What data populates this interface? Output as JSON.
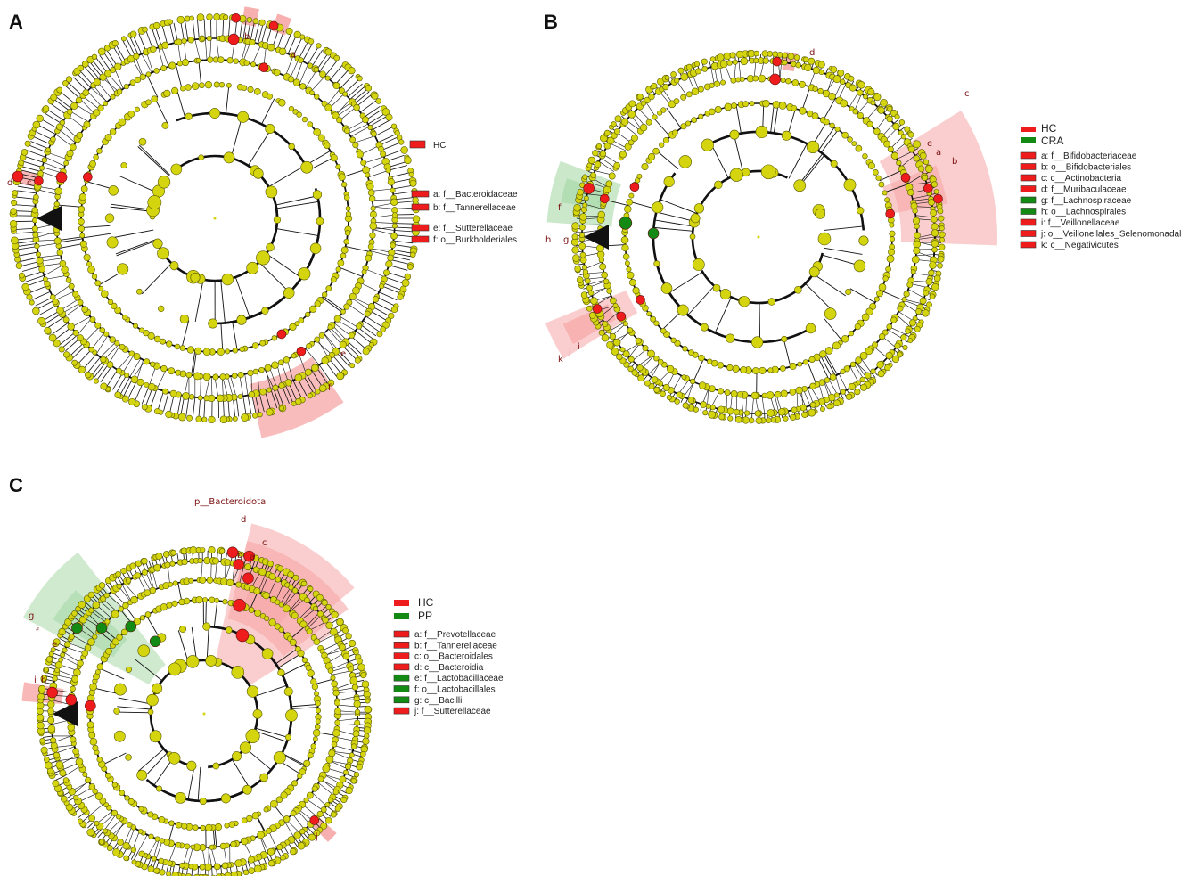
{
  "colors": {
    "hc": "#ee1c1c",
    "group2": "#138a13",
    "node": "#d4d40f",
    "node_stroke": "#5a5a00",
    "branch": "#111111",
    "hc_shade": "#f6a6a6",
    "group2_shade": "#a8d8a8",
    "label": "#7a1010"
  },
  "panels": [
    {
      "letter": "A",
      "groups": [
        {
          "name": "HC",
          "color": "hc"
        }
      ],
      "legend": [
        {
          "text": "a: f__Bacteroidaceae",
          "color": "hc"
        },
        {
          "text": "b: f__Tannerellaceae",
          "color": "hc"
        },
        {
          "text": "e: f__Sutterellaceae",
          "color": "hc"
        },
        {
          "text": "f: o__Burkholderiales",
          "color": "hc"
        }
      ],
      "clades": [
        {
          "label": "a",
          "color": "hc"
        },
        {
          "label": "b",
          "color": "hc"
        },
        {
          "label": "c",
          "color": "hc"
        },
        {
          "label": "d",
          "color": "hc"
        },
        {
          "label": "e",
          "color": "hc"
        },
        {
          "label": "f",
          "color": "hc"
        }
      ]
    },
    {
      "letter": "B",
      "groups": [
        {
          "name": "HC",
          "color": "hc"
        },
        {
          "name": "CRA",
          "color": "group2"
        }
      ],
      "legend": [
        {
          "text": "a: f__Bifidobacteriaceae",
          "color": "hc"
        },
        {
          "text": "b: o__Bifidobacteriales",
          "color": "hc"
        },
        {
          "text": "c: c__Actinobacteria",
          "color": "hc"
        },
        {
          "text": "d: f__Muribaculaceae",
          "color": "hc"
        },
        {
          "text": "g: f__Lachnospiraceae",
          "color": "group2"
        },
        {
          "text": "h: o__Lachnospirales",
          "color": "group2"
        },
        {
          "text": "i: f__Veillonellaceae",
          "color": "hc"
        },
        {
          "text": "j: o__Veillonellales_Selenomonadales",
          "color": "hc"
        },
        {
          "text": "k: c__Negativicutes",
          "color": "hc"
        }
      ],
      "clades": [
        {
          "label": "a",
          "color": "hc"
        },
        {
          "label": "b",
          "color": "hc"
        },
        {
          "label": "c",
          "color": "hc"
        },
        {
          "label": "d",
          "color": "hc"
        },
        {
          "label": "e",
          "color": "hc"
        },
        {
          "label": "f",
          "color": "hc"
        },
        {
          "label": "g",
          "color": "group2"
        },
        {
          "label": "h",
          "color": "group2"
        },
        {
          "label": "i",
          "color": "hc"
        },
        {
          "label": "j",
          "color": "hc"
        },
        {
          "label": "k",
          "color": "hc"
        }
      ]
    },
    {
      "letter": "C",
      "groups": [
        {
          "name": "HC",
          "color": "hc"
        },
        {
          "name": "PP",
          "color": "group2"
        }
      ],
      "legend": [
        {
          "text": "a: f__Prevotellaceae",
          "color": "hc"
        },
        {
          "text": "b: f__Tannerellaceae",
          "color": "hc"
        },
        {
          "text": "c: o__Bacteroidales",
          "color": "hc"
        },
        {
          "text": "d: c__Bacteroidia",
          "color": "hc"
        },
        {
          "text": "e: f__Lactobacillaceae",
          "color": "group2"
        },
        {
          "text": "f: o__Lactobacillales",
          "color": "group2"
        },
        {
          "text": "g: c__Bacilli",
          "color": "group2"
        },
        {
          "text": "j: f__Sutterellaceae",
          "color": "hc"
        }
      ],
      "clades": [
        {
          "label": "p__Bacteroidota",
          "color": "hc"
        },
        {
          "label": "a",
          "color": "hc"
        },
        {
          "label": "b",
          "color": "hc"
        },
        {
          "label": "c",
          "color": "hc"
        },
        {
          "label": "d",
          "color": "hc"
        },
        {
          "label": "e",
          "color": "group2"
        },
        {
          "label": "f",
          "color": "group2"
        },
        {
          "label": "g",
          "color": "group2"
        },
        {
          "label": "h",
          "color": "hc"
        },
        {
          "label": "i",
          "color": "hc"
        },
        {
          "label": "j",
          "color": "hc"
        }
      ]
    }
  ]
}
